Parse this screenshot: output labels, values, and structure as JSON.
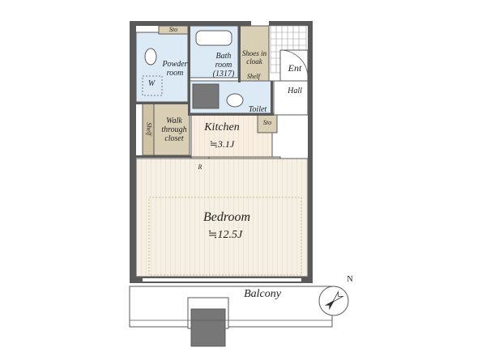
{
  "rooms": {
    "sto_top": "Sto",
    "powder_room": "Powder\nroom",
    "powder_room_w": "W",
    "bath_room": "Bath\nroom\n(1317)",
    "shoes_in_cloak": "Shoes in\ncloak",
    "shelf_upper": "Shelf",
    "ent": "Ent",
    "hall": "Hall",
    "toilet": "Toilet",
    "shelf_side": "Shelf",
    "walk_through_closet": "Walk\nthrough\ncloset",
    "kitchen": "Kitchen",
    "kitchen_area": "≒3.1J",
    "sto_kitchen": "Sto",
    "refrigerator": "R",
    "bedroom": "Bedroom",
    "bedroom_area": "≒12.5J",
    "balcony": "Balcony",
    "compass": "N"
  },
  "colors": {
    "wall": "#5a5a5a",
    "wet_area": "#dceaf6",
    "closet": "#d8cfb4",
    "kitchen_floor": "#f7ede0",
    "bedroom_floor": "#f6efe3",
    "floor_lines": "#e6dccb",
    "balcony": "#ffffff"
  }
}
